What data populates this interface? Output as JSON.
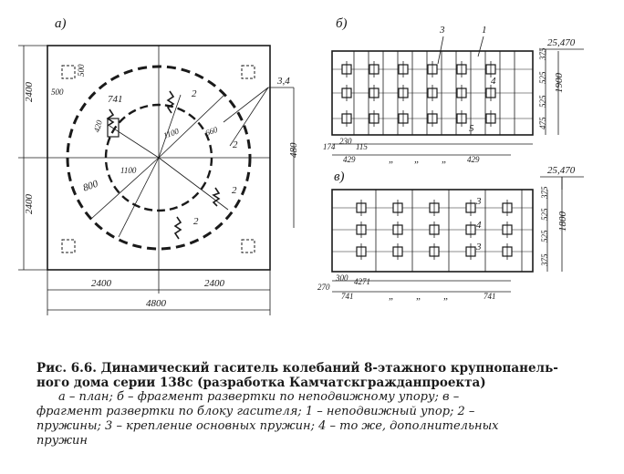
{
  "panels": {
    "a": {
      "label": "а)",
      "dims": {
        "top_half": "2400",
        "bottom_half": "2400",
        "left_half": "2400",
        "right_half": "2400",
        "total": "4800",
        "right_side": "480",
        "d_500_a": "500",
        "d_500_b": "500",
        "d_741": "741",
        "d_420": "420",
        "d_1100_a": "1100",
        "d_1100_b": "1100",
        "d_800": "800",
        "d_660": "660",
        "d_34": "3,4"
      },
      "callouts": {
        "spring_a": "2",
        "spring_b": "2",
        "spring_c": "2",
        "spring_d": "2"
      }
    },
    "b": {
      "label": "б)",
      "callouts": {
        "c1": "1",
        "c3": "3",
        "c4": "4",
        "c5": "5"
      },
      "dims": {
        "level": "25,470",
        "h1": "375",
        "h2": "525",
        "h3": "525",
        "h4": "475",
        "height": "1900",
        "b1": "174",
        "b2": "230",
        "b3": "115",
        "b4": "429",
        "b5": "„",
        "b6": "„",
        "b7": "„",
        "b8": "429"
      }
    },
    "v": {
      "label": "в)",
      "callouts": {
        "c3a": "3",
        "c4": "4",
        "c3b": "3"
      },
      "dims": {
        "level": "25,470",
        "h1": "375",
        "h2": "525",
        "h3": "525",
        "h4": "375",
        "height": "1800",
        "b1": "270",
        "b2": "300",
        "b3": "4271",
        "b4": "741",
        "b5": "„",
        "b6": "„",
        "b7": "„",
        "b8": "741"
      }
    }
  },
  "caption": {
    "title_line1": "Рис. 6.6. Динамический гаситель колебаний 8-этажного крупнопанель-",
    "title_line2": "ного дома  серии 138с (разработка Камчатскгражданпроекта)",
    "legend_line1": "а – план; б – фрагмент развертки по неподвижному упору; в –",
    "legend_line2": "фрагмент развертки по блоку гасителя; 1 – неподвижный упор; 2 –",
    "legend_line3": "пружины; 3 – крепление основных пружин; 4 – то же, дополнительных",
    "legend_line4": "пружин"
  }
}
